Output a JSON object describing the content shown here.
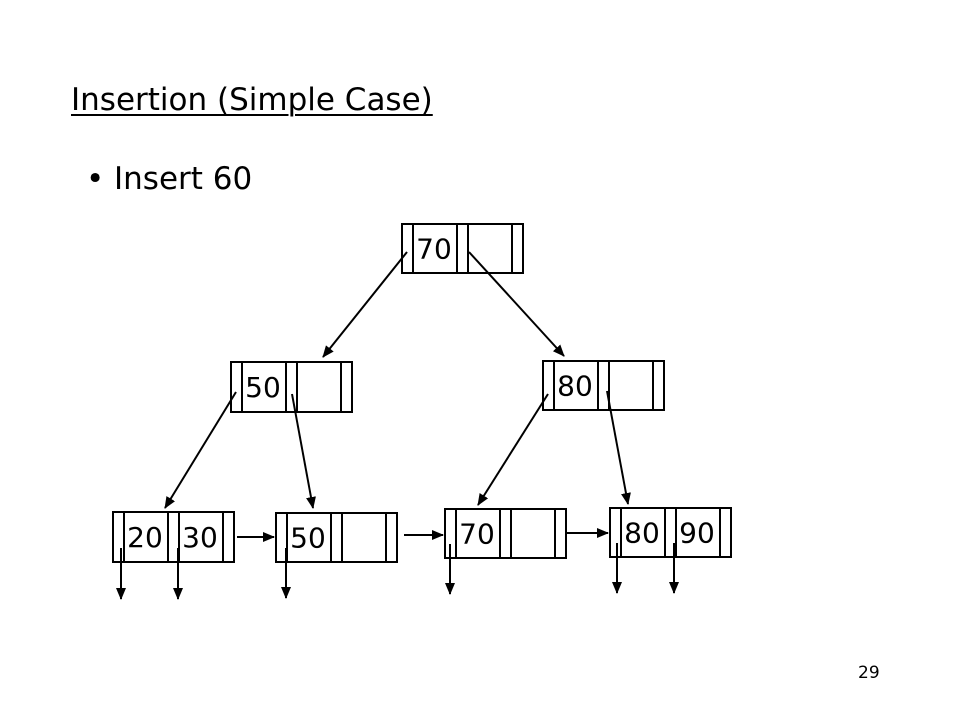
{
  "slide": {
    "title": "Insertion (Simple Case)",
    "bullet": "Insert 60",
    "page_number": "29"
  },
  "tree": {
    "root": {
      "keys": [
        "70",
        ""
      ]
    },
    "internal": [
      {
        "keys": [
          "50",
          ""
        ]
      },
      {
        "keys": [
          "80",
          ""
        ]
      }
    ],
    "leaves": [
      {
        "keys": [
          "20",
          "30"
        ]
      },
      {
        "keys": [
          "50",
          ""
        ]
      },
      {
        "keys": [
          "70",
          ""
        ]
      },
      {
        "keys": [
          "80",
          "90"
        ]
      }
    ]
  }
}
